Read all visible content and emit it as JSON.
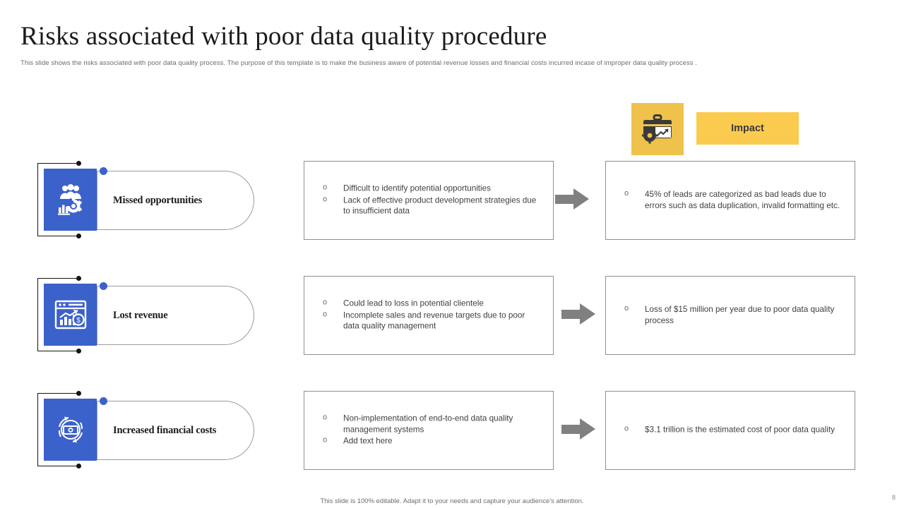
{
  "header": {
    "title": "Risks associated with poor data quality procedure",
    "subtitle": "This slide shows the risks associated with poor data quality process. The purpose of this template is to make the business aware of potential revenue losses and financial costs incurred incase of improper data quality  process ."
  },
  "impact": {
    "label": "Impact",
    "icon": "briefcase-gear-chart-icon",
    "icon_bg": "#EFC24C",
    "bar_bg": "#FBCB50"
  },
  "colors": {
    "tile_blue": "#3B61CB",
    "arrow_gray": "#808080",
    "box_border": "#8F8F8F",
    "text_gray": "#3F3F3F"
  },
  "rows": [
    {
      "label": "Missed opportunities",
      "icon": "people-gear-chart-icon",
      "risks": [
        "Difficult to identify potential opportunities",
        "Lack of effective  product development strategies due to insufficient  data"
      ],
      "impacts": [
        "45% of leads are categorized as bad leads due to errors  such as data duplication,  invalid formatting etc."
      ]
    },
    {
      "label": "Lost revenue",
      "icon": "browser-chart-dollar-icon",
      "risks": [
        "Could lead to loss in potential  clientele",
        "Incomplete sales and revenue  targets due to poor data quality management"
      ],
      "impacts": [
        "Loss of $15 million per year due to poor data quality process"
      ]
    },
    {
      "label": "Increased financial costs",
      "icon": "money-cycle-icon",
      "risks": [
        "Non-implementation  of end-to-end  data quality  management  systems",
        "Add text here"
      ],
      "impacts": [
        "$3.1 trillion is the estimated cost of poor data quality"
      ]
    }
  ],
  "footer": {
    "note": "This slide is 100% editable.  Adapt it to your needs and capture your audience's attention.",
    "page_number": "8"
  }
}
